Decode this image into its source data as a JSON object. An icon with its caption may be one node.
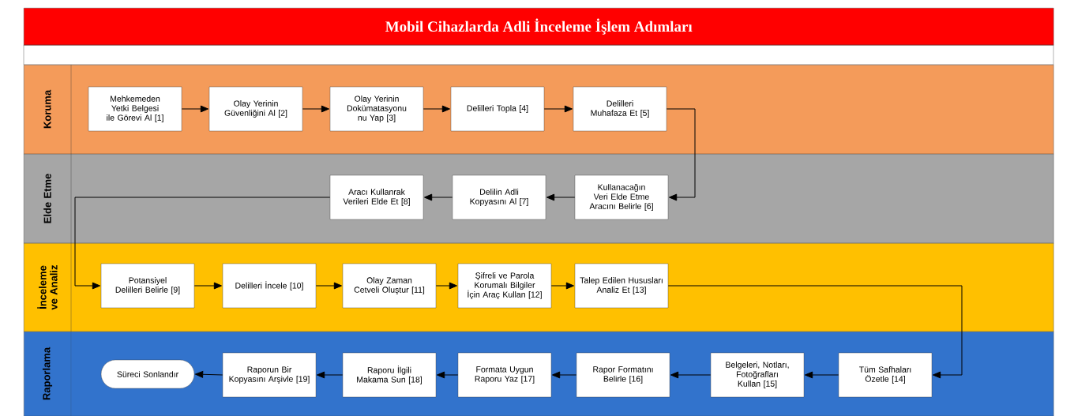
{
  "diagram": {
    "title": "Mobil Cihazlarda Adli İnceleme İşlem Adımları",
    "nodes": [
      {
        "text": [
          "Koruma"
        ]
      },
      {
        "text": [
          "Mehkemeden Yetki Belgesi ile Görevi Al [1]"
        ],
        "in": 0
      },
      {
        "text": [
          "Olay Yerinin Güvenliğini Al [2]"
        ],
        "in": 0
      },
      {
        "text": [
          "Olay Yerinin Dokümatasyonu nu Yap [3]"
        ],
        "in": 0
      },
      {
        "text": [
          "Delilleri Topla [4]"
        ],
        "in": 0
      },
      {
        "text": [
          "Delilleri Muhafaza Et [5]"
        ],
        "in": 0
      },
      {
        "text": [
          "Elde Etme"
        ]
      },
      {
        "text": [
          "Kullanacağın Veri Elde Etme Aracını Belirle [6]"
        ],
        "in": 6
      },
      {
        "text": [
          "Delilin Adli Kopyasını Al [7]"
        ],
        "in": 6
      },
      {
        "text": [
          "Aracı Kullanrak Verileri Elde Et [8]"
        ],
        "in": 6
      },
      {
        "text": [
          "İnceleme ve Analiz"
        ]
      },
      {
        "text": [
          "Potansiyel Delilleri Belirle [9]"
        ],
        "in": 10
      },
      {
        "text": [
          "Delilleri İncele [10]"
        ],
        "in": 10
      },
      {
        "text": [
          "Olay Zaman Cetveli Oluştur [11]"
        ],
        "in": 10
      },
      {
        "text": [
          "Şifreli ve Parola Korumalı Bilgiler İçin Araç Kullan [12]"
        ],
        "in": 10
      },
      {
        "text": [
          "Talep Edilen Hususları Analiz Et [13]"
        ],
        "in": 10
      },
      {
        "text": [
          "Raporlama"
        ]
      },
      {
        "text": [
          "Tüm Safhaları Özetle [14]"
        ],
        "in": 16
      },
      {
        "text": [
          "Belgeleri, Notları, Fotoğrafları Kullan [15]"
        ],
        "in": 16
      },
      {
        "text": [
          "Rapor Formatını Belirle [16]"
        ],
        "in": 16
      },
      {
        "text": [
          "Formata Uygun Raporu Yaz [17]"
        ],
        "in": 16
      },
      {
        "text": [
          "Raporu İlgili Makama Sun [18]"
        ],
        "in": 16
      },
      {
        "text": [
          "Raporun Bir Kopyasını Arşivle [19]"
        ],
        "in": 16
      },
      {
        "text": [
          "Süreci Sonlandır"
        ],
        "in": 16
      }
    ],
    "edges": [
      {
        "from": 1,
        "to": 2,
        "arrow": "to"
      },
      {
        "from": 2,
        "to": 3,
        "arrow": "to"
      },
      {
        "from": 3,
        "to": 4,
        "arrow": "to"
      },
      {
        "from": 4,
        "to": 5,
        "arrow": "to"
      },
      {
        "from": 5,
        "to": 7,
        "arrow": "to"
      },
      {
        "from": 7,
        "to": 8,
        "arrow": "to"
      },
      {
        "from": 8,
        "to": 9,
        "arrow": "to"
      },
      {
        "from": 9,
        "to": 11,
        "arrow": "to"
      },
      {
        "from": 11,
        "to": 12,
        "arrow": "to"
      },
      {
        "from": 12,
        "to": 13,
        "arrow": "to"
      },
      {
        "from": 13,
        "to": 14,
        "arrow": "to"
      },
      {
        "from": 14,
        "to": 15,
        "arrow": "to"
      },
      {
        "from": 15,
        "to": 17,
        "arrow": "to"
      },
      {
        "from": 17,
        "to": 18,
        "arrow": "to"
      },
      {
        "from": 18,
        "to": 19,
        "arrow": "to"
      },
      {
        "from": 19,
        "to": 20,
        "arrow": "to"
      },
      {
        "from": 20,
        "to": 21,
        "arrow": "to"
      },
      {
        "from": 21,
        "to": 22,
        "arrow": "to"
      },
      {
        "from": 22,
        "to": 23,
        "arrow": "to"
      }
    ]
  }
}
